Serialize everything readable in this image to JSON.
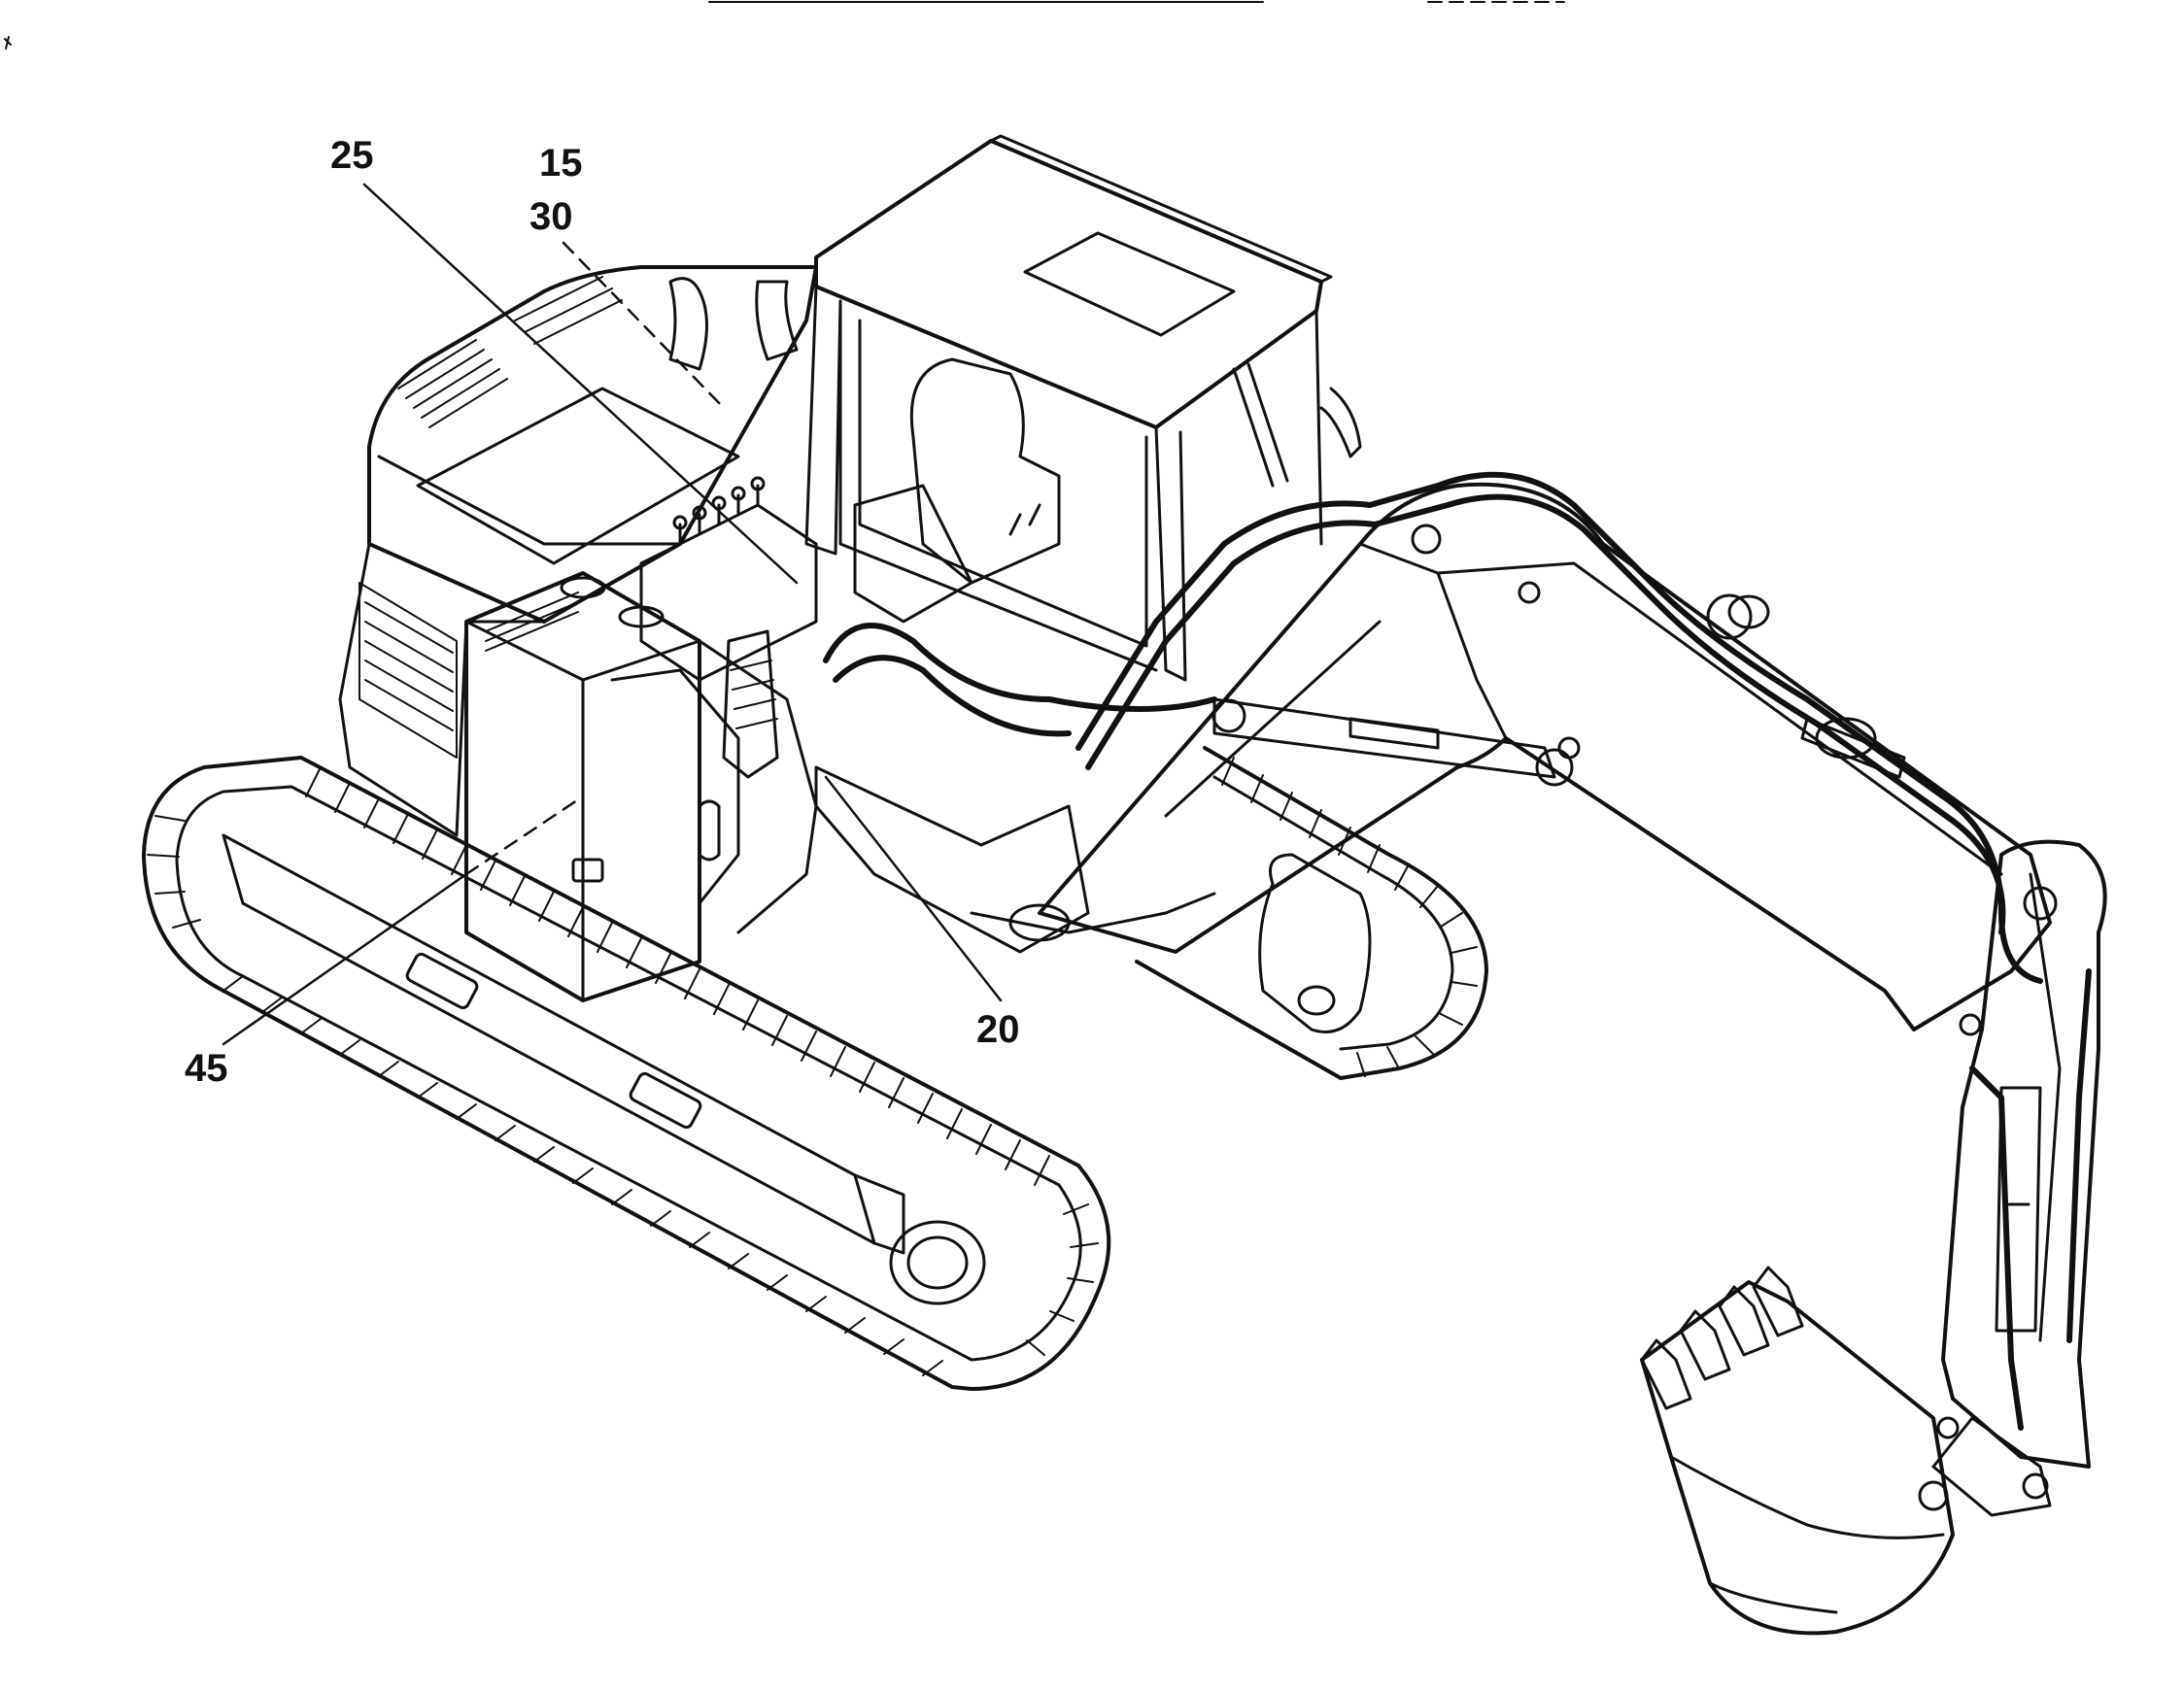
{
  "callouts": {
    "c25": "25",
    "c15": "15",
    "c30": "30",
    "c20": "20",
    "c45": "45"
  },
  "colors": {
    "ink": "#111111",
    "paper": "#ffffff"
  }
}
